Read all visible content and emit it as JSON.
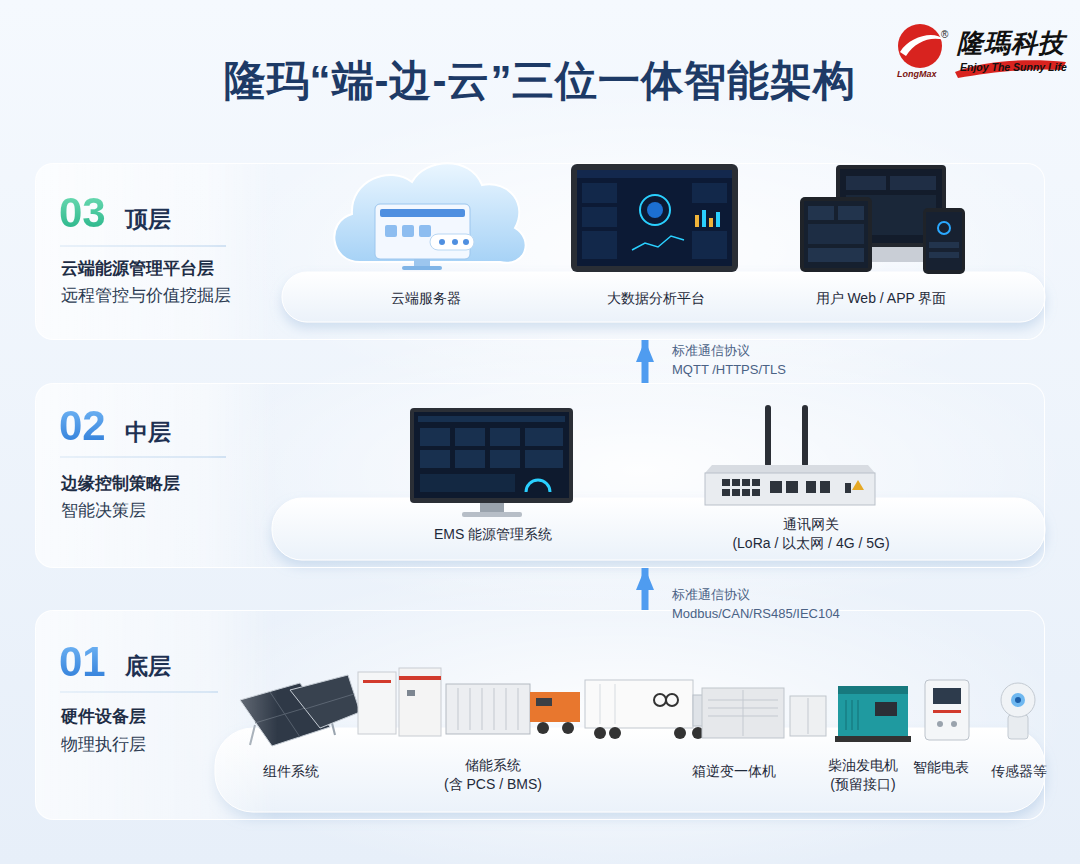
{
  "diagram": {
    "title": "隆玛“端-边-云”三位一体智能架构",
    "nodes": [
      {
        "text": [
          "03",
          "顶层",
          "云端能源管理平台层",
          "远程管控与价值挖掘层"
        ]
      },
      {
        "text": [
          "云端服务器"
        ],
        "in": 0
      },
      {
        "text": [
          "大数据分析平台"
        ],
        "in": 0
      },
      {
        "text": [
          "用户 Web / APP 界面"
        ],
        "in": 0
      },
      {
        "text": [
          "02",
          "中层",
          "边缘控制策略层",
          "智能决策层"
        ]
      },
      {
        "text": [
          "EMS 能源管理系统"
        ],
        "in": 4
      },
      {
        "text": [
          "通讯网关 (LoRa / 以太网 / 4G / 5G)"
        ],
        "in": 4
      },
      {
        "text": [
          "01",
          "底层",
          "硬件设备层",
          "物理执行层"
        ]
      },
      {
        "text": [
          "组件系统"
        ],
        "in": 7
      },
      {
        "text": [
          "储能系统 (含 PCS / BMS)"
        ],
        "in": 7
      },
      {
        "text": [
          "箱逆变一体机"
        ],
        "in": 7
      },
      {
        "text": [
          "柴油发电机 (预留接口)"
        ],
        "in": 7
      },
      {
        "text": [
          "智能电表"
        ],
        "in": 7
      },
      {
        "text": [
          "传感器等"
        ],
        "in": 7
      }
    ],
    "edges": [
      {
        "from": 4,
        "to": 0,
        "label": "标准通信协议 MQTT /HTTPS/TLS",
        "arrow": "to"
      },
      {
        "from": 7,
        "to": 4,
        "label": "标准通信协议 Modbus/CAN/RS485/IEC104",
        "arrow": "to"
      }
    ],
    "labels": [
      "®",
      "隆瑪科技",
      "LongMax",
      "Enjoy The Sunny Life"
    ]
  }
}
